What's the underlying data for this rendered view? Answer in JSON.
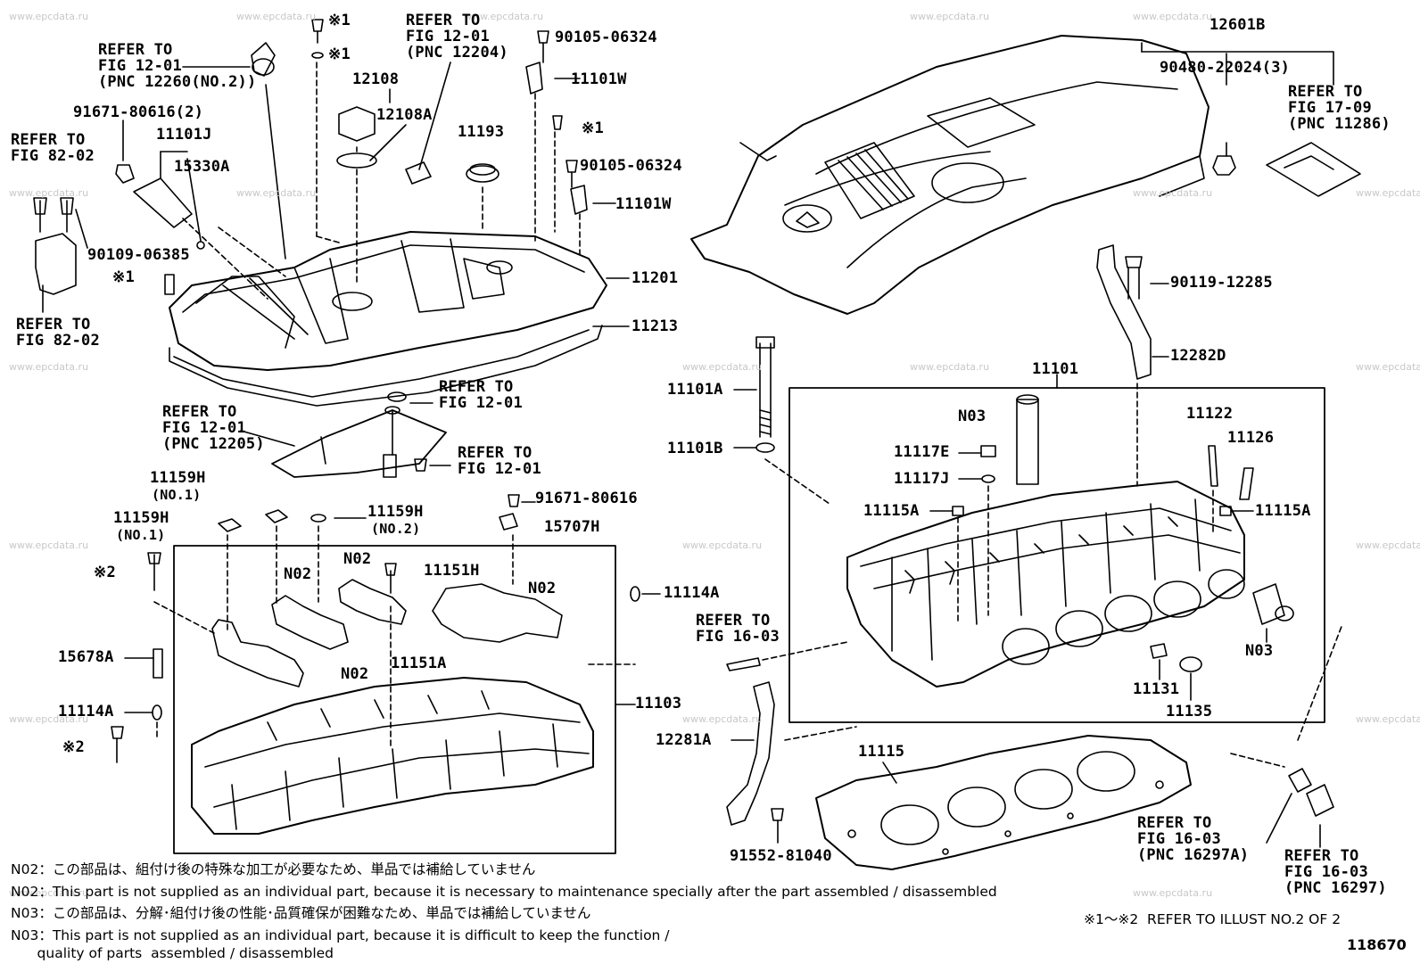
{
  "watermark": "www.epcdata.ru",
  "figure_number": "118670",
  "callouts": {
    "refer_12_01_a": "REFER TO\nFIG 12-01\n(PNC 12260(NO.2))",
    "p_91671_80616_2": "91671-80616(2)",
    "refer_82_02_a": "REFER TO\nFIG 82-02",
    "p_11101j": "11101J",
    "p_15330a": "15330A",
    "p_90109_06385": "90109-06385",
    "mark1_a": "※1",
    "refer_82_02_b": "REFER TO\nFIG 82-02",
    "mark1_b": "※1",
    "mark1_c": "※1",
    "p_12108": "12108",
    "p_12108a": "12108A",
    "refer_12_01_b": "REFER TO\nFIG 12-01\n(PNC 12204)",
    "p_90105_06324_a": "90105-06324",
    "p_11101w_a": "11101W",
    "p_11193": "11193",
    "mark1_d": "※1",
    "p_90105_06324_b": "90105-06324",
    "p_11101w_b": "11101W",
    "p_11201": "11201",
    "p_11213": "11213",
    "refer_12_01_c": "REFER TO\nFIG 12-01",
    "refer_12_01_d": "REFER TO\nFIG 12-01\n(PNC 12205)",
    "refer_12_01_e": "REFER TO\nFIG 12-01",
    "p_11159h_a": "11159H",
    "p_11159h_a_sub": "(NO.1)",
    "p_11159h_b": "11159H",
    "p_11159h_b_sub": "(NO.1)",
    "p_11159h_c": "11159H",
    "p_11159h_c_sub": "(NO.2)",
    "p_91671_80616": "91671-80616",
    "p_15707h": "15707H",
    "mark2_a": "※2",
    "n02_a": "N02",
    "n02_b": "N02",
    "p_11151h": "11151H",
    "n02_c": "N02",
    "p_11114a_a": "11114A",
    "p_15678a": "15678A",
    "p_11151a": "11151A",
    "n02_d": "N02",
    "p_11114a_b": "11114A",
    "p_11103": "11103",
    "mark2_b": "※2",
    "p_12601b": "12601B",
    "p_90480_22024": "90480-22024(3)",
    "refer_17_09": "REFER TO\nFIG 17-09\n(PNC 11286)",
    "p_90119_12285": "90119-12285",
    "p_12282d": "12282D",
    "p_11101a": "11101A",
    "p_11101": "11101",
    "n03_a": "N03",
    "p_11122": "11122",
    "p_11126": "11126",
    "p_11101b": "11101B",
    "p_11117e": "11117E",
    "p_11117j": "11117J",
    "p_11115a_a": "11115A",
    "p_11115a_b": "11115A",
    "refer_16_03_a": "REFER TO\nFIG 16-03",
    "n03_b": "N03",
    "p_11131": "11131",
    "p_11135": "11135",
    "p_12281a": "12281A",
    "p_11115": "11115",
    "refer_16_03_b": "REFER TO\nFIG 16-03\n(PNC 16297A)",
    "refer_16_03_c": "REFER TO\nFIG 16-03\n(PNC 16297)",
    "p_91552_81040": "91552-81040"
  },
  "notes": {
    "n02_jp": "N02：この部品は、組付け後の特殊な加工が必要なため、単品では補給していません",
    "n02_en": "N02：This part is not supplied as an individual part, because it is necessary to maintenance specially after the part assembled / disassembled",
    "n03_jp": "N03：この部品は、分解･組付け後の性能･品質確保が困難なため、単品では補給していません",
    "n03_en_1": "N03：This part is not supplied as an individual part, because it is difficult to keep the function /",
    "n03_en_2": "      quality of parts  assembled / disassembled",
    "illust_ref": "※1～※2  REFER TO ILLUST NO.2 OF 2"
  }
}
